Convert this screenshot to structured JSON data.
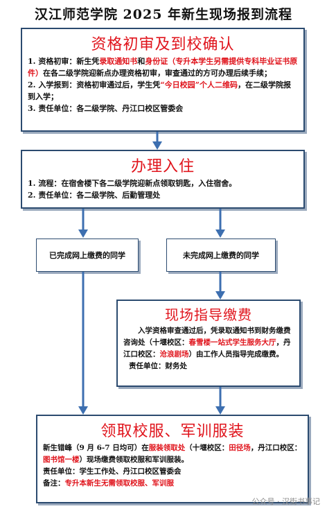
{
  "title": "汉江师范学院 2025 年新生现场报到流程",
  "box1": {
    "title": "资格初审及到校确认",
    "l1_prefix": "1. 资格初审：新生凭",
    "l1_red1": "录取通知书",
    "l1_mid": "和",
    "l1_red2": "身份证（专升本学生另需提供专科毕业证书原件）",
    "l1_suffix": "在各二级学院迎新点办理资格初审，审查通过的方可办理后续手续；",
    "l2_prefix": "2. 入学报到：资格初审通过后，学生凭",
    "l2_red": "“今日校园”个人二维码",
    "l2_suffix": "，在二级学院报到入学；",
    "l3": "3. 责任单位：各二级学院、丹江口校区管委会"
  },
  "box2": {
    "title": "办理入住",
    "l1": "1. 流程：在宿舍楼下各二级学院迎新点领取钥匙，入住宿舍。",
    "l2": "2. 责任单位：各二级学院、后勤管理处"
  },
  "left_branch": "已完成网上缴费的同学",
  "right_branch": "未完成网上缴费的同学",
  "box3": {
    "title": "现场指导缴费",
    "p1": "入学资格审查通过后，凭录取通知书到财务缴费咨询处（十堰校区：",
    "p1_red1": "春雪楼一站式学生服务大厅",
    "p1_mid": "，丹江口校区：",
    "p1_red2": "沧浪剧场",
    "p1_suffix": "）由工作人员指导完成缴费。",
    "resp": "责任单位：财务处"
  },
  "box4": {
    "title": "领取校服、军训服装",
    "p1_prefix": "新生错峰（9 月 6-7 日均可）在",
    "p1_red1": "服装领取处",
    "p1_mid1": "（十堰校区：",
    "p1_red2": "田径场",
    "p1_mid2": "，丹江口校区：",
    "p1_red3": "图书馆一楼",
    "p1_suffix": "）现场缴费领取校服和军训服装。",
    "resp": "责任单位：学生工作处、丹江口校区管委会",
    "note_prefix": "备注：",
    "note_red": "专升本新生无需领取校服、军训服"
  },
  "watermark": "公众号 · 汉街书事记",
  "colors": {
    "accent_red": "#e0141c",
    "arrow_blue": "#3d6fb0",
    "border": "#2b4a6f"
  }
}
